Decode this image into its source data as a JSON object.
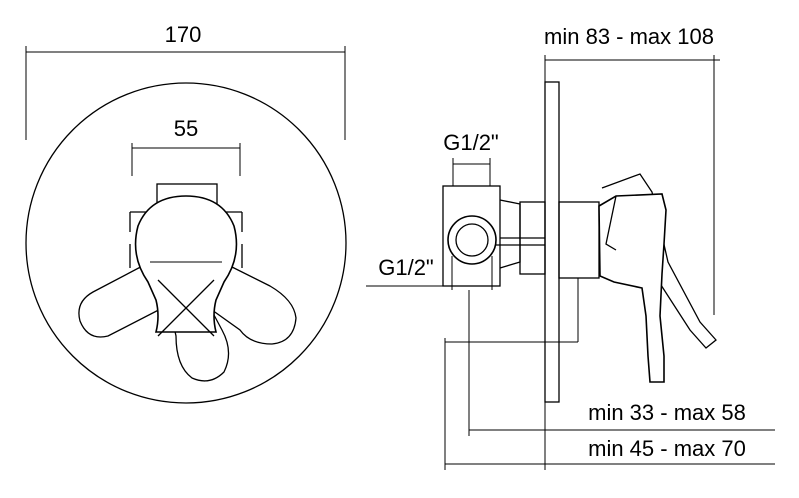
{
  "labels": {
    "diameter": "170",
    "handle_width": "55",
    "thread_top": "G1/2\"",
    "thread_side": "G1/2\"",
    "depth_overall": "min 83 - max 108",
    "depth_front": "min 33 - max 58",
    "depth_inner": "min 45 - max 70"
  }
}
